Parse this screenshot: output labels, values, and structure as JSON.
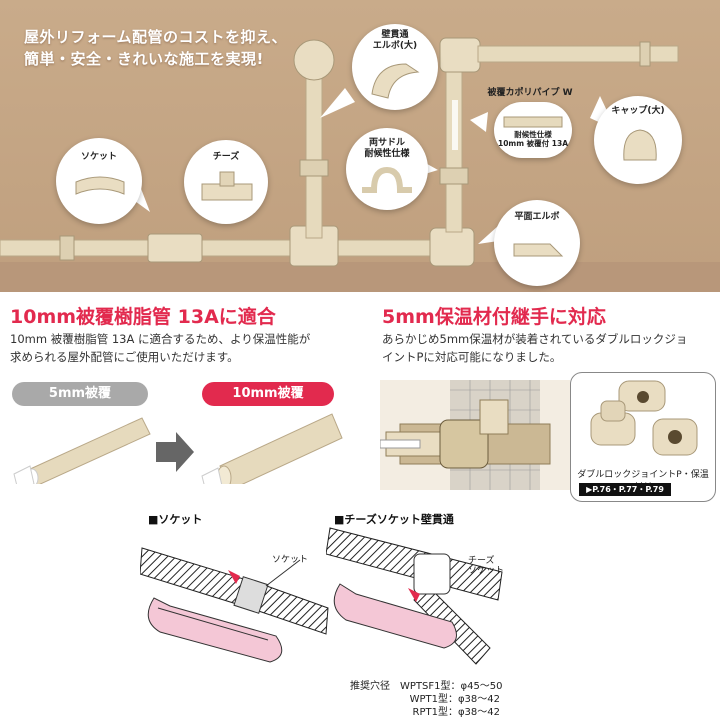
{
  "hero": {
    "headline_line1": "屋外リフォーム配管のコストを抑え、",
    "headline_line2": "簡単・安全・きれいな施工を実現!",
    "labels": {
      "socket": "ソケット",
      "tees": "チーズ",
      "wall_elbow_l1": "壁貫通",
      "wall_elbow_l2": "エルボ(大)",
      "saddle_l1": "両サドル",
      "saddle_l2": "耐候性仕様",
      "pipe_w": "被覆カポリパイプ W",
      "pipe_note_l1": "耐候性仕様",
      "pipe_note_l2": "10mm 被覆付 13A",
      "cap": "キャップ(大)",
      "flat_elbow": "平面エルボ"
    }
  },
  "left_section": {
    "title": "10mm被覆樹脂管 13Aに適合",
    "text_l1": "10mm 被覆樹脂管 13A に適合するため、より保温性能が",
    "text_l2": "求められる屋外配管にご使用いただけます。",
    "pill_left": "5mm被覆",
    "pill_right": "10mm被覆"
  },
  "right_section": {
    "title": "5mm保温材付継手に対応",
    "text_l1": "あらかじめ5mm保温材が装着されているダブルロックジョ",
    "text_l2": "イントPに対応可能になりました。",
    "callout_caption": "ダブルロックジョイントP・保温材付",
    "page_refs": "▶P.76・P.77・P.79"
  },
  "diagrams": {
    "socket_title": "■ソケット",
    "socket_label": "ソケット",
    "tees_title": "■チーズソケット壁貫通",
    "tees_label_l1": "チーズ",
    "tees_label_l2": "ソケット"
  },
  "spec": {
    "heading": "推奨穴径",
    "row1": "WPTSF1型：φ45～50",
    "row2": "WPT1型：φ38～42",
    "row3": "RPT1型：φ38～42"
  },
  "colors": {
    "accent": "#e22a4e",
    "wall": "#c4a584",
    "pipe": "#e8dcc0",
    "pill_gray": "#a9a9a9",
    "pill_red": "#e22a4e",
    "cover_pink": "#f4c7d6"
  }
}
